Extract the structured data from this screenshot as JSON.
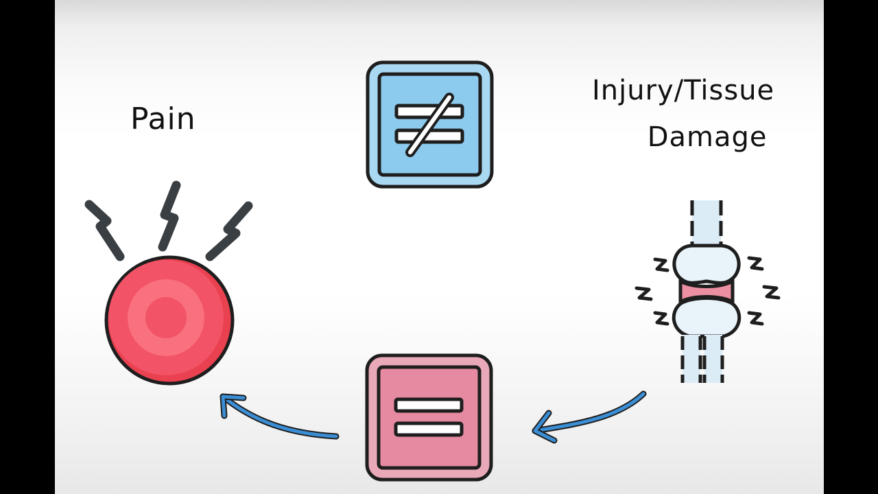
{
  "labels": {
    "pain": "Pain",
    "injury_line1": "Injury/Tissue",
    "injury_line2": "Damage"
  },
  "icons": {
    "top_box": "not-equal-icon",
    "bottom_box": "equal-icon",
    "left": "pain-burst-icon",
    "right": "knee-joint-icon"
  },
  "colors": {
    "blue_box": "#8ccbee",
    "blue_box_outer": "#a9d9f2",
    "pink_box": "#e58aa0",
    "pink_box_outer": "#eaa9b8",
    "red_circle": "#f25366",
    "arrow": "#3b8ed4",
    "outline": "#1e1e1e",
    "bolt": "#3a3f44"
  }
}
